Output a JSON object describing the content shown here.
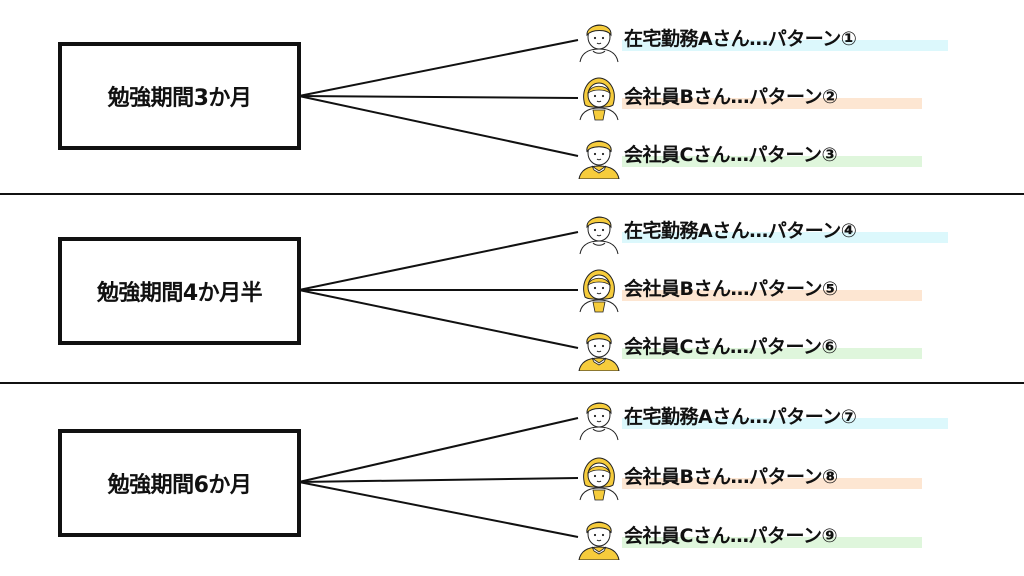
{
  "colors": {
    "highlight_a": "#dcf8fc",
    "highlight_b": "#fde6d2",
    "highlight_c": "#dff6dc",
    "hair": "#f6cc3c",
    "line": "#111111"
  },
  "sections": [
    {
      "period": "勉強期間3か月",
      "patterns": [
        {
          "person": "A",
          "icon": "man-icon",
          "label": "在宅勤務Aさん…パターン①"
        },
        {
          "person": "B",
          "icon": "woman-icon",
          "label": "会社員Bさん…パターン②"
        },
        {
          "person": "C",
          "icon": "boy-icon",
          "label": "会社員Cさん…パターン③"
        }
      ]
    },
    {
      "period": "勉強期間4か月半",
      "patterns": [
        {
          "person": "A",
          "icon": "man-icon",
          "label": "在宅勤務Aさん…パターン④"
        },
        {
          "person": "B",
          "icon": "woman-icon",
          "label": "会社員Bさん…パターン⑤"
        },
        {
          "person": "C",
          "icon": "boy-icon",
          "label": "会社員Cさん…パターン⑥"
        }
      ]
    },
    {
      "period": "勉強期間6か月",
      "patterns": [
        {
          "person": "A",
          "icon": "man-icon",
          "label": "在宅勤務Aさん…パターン⑦"
        },
        {
          "person": "B",
          "icon": "woman-icon",
          "label": "会社員Bさん…パターン⑧"
        },
        {
          "person": "C",
          "icon": "boy-icon",
          "label": "会社員Cさん…パターン⑨"
        }
      ]
    }
  ]
}
